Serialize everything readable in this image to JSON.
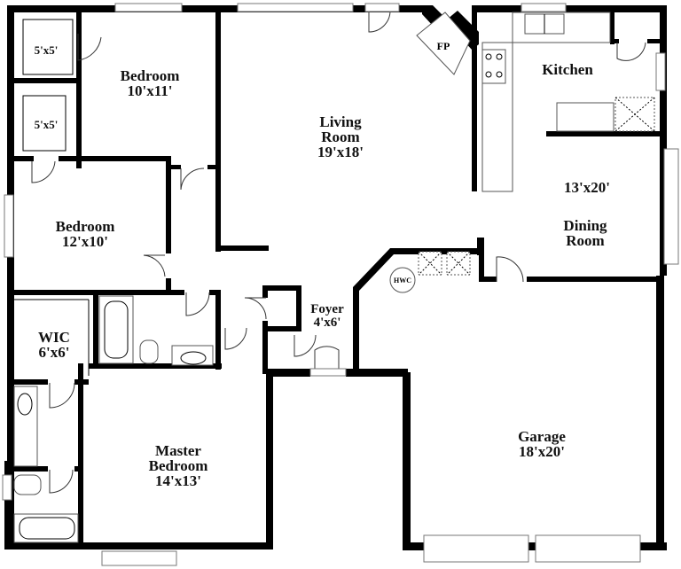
{
  "rooms": {
    "closet1": {
      "dim": "5'x5'"
    },
    "closet2": {
      "dim": "5'x5'"
    },
    "bedroom1": {
      "name": "Bedroom",
      "dim": "10'x11'"
    },
    "bedroom2": {
      "name": "Bedroom",
      "dim": "12'x10'"
    },
    "living": {
      "name1": "Living",
      "name2": "Room",
      "dim": "19'x18'"
    },
    "kitchen": {
      "name": "Kitchen"
    },
    "dining": {
      "dim": "13'x20'",
      "name1": "Dining",
      "name2": "Room"
    },
    "wic": {
      "name": "WIC",
      "dim": "6'x6'"
    },
    "foyer": {
      "name": "Foyer",
      "dim": "4'x6'"
    },
    "master": {
      "name1": "Master",
      "name2": "Bedroom",
      "dim": "14'x13'"
    },
    "garage": {
      "name": "Garage",
      "dim": "18'x20'"
    }
  },
  "fixtures": {
    "fireplace": "FP",
    "water_heater": "HWC"
  }
}
